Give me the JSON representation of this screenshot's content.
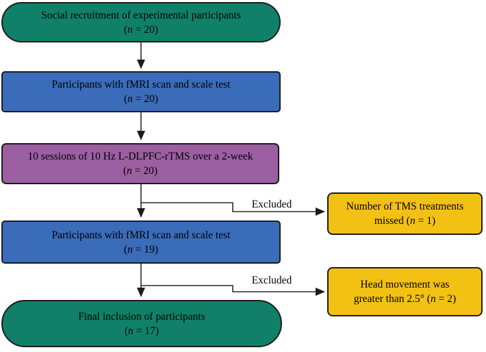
{
  "palette": {
    "green": "#108168",
    "blue": "#3A6CBA",
    "purple": "#9B5FA2",
    "yellow": "#F3C113",
    "line": "#2a2a2a",
    "border": "#1c1c1c"
  },
  "nodes": {
    "recruitment": {
      "line1": "Social recruitment of experimental participants",
      "pre": "(",
      "var": "n",
      "post": " = 20)"
    },
    "fmri1": {
      "line1": "Participants with fMRI scan and scale test",
      "pre": "(",
      "var": "n",
      "post": " = 20)"
    },
    "rtms": {
      "line1": "10 sessions of 10 Hz L-DLPFC-rTMS over a 2-week",
      "pre": "(",
      "var": "n",
      "post": " = 20)"
    },
    "fmri2": {
      "line1": "Participants with fMRI scan and scale test",
      "pre": "(",
      "var": "n",
      "post": " = 19)"
    },
    "final": {
      "line1": "Final inclusion of participants",
      "pre": "(",
      "var": "n",
      "post": " = 17)"
    },
    "excl1": {
      "line1": "Number of TMS treatments",
      "pre": "missed (",
      "var": "n",
      "post": " = 1)"
    },
    "excl2": {
      "line1": "Head movement was",
      "pre": "greater than 2.5° (",
      "var": "n",
      "post": " = 2)"
    }
  },
  "labels": {
    "excluded": "Excluded"
  }
}
